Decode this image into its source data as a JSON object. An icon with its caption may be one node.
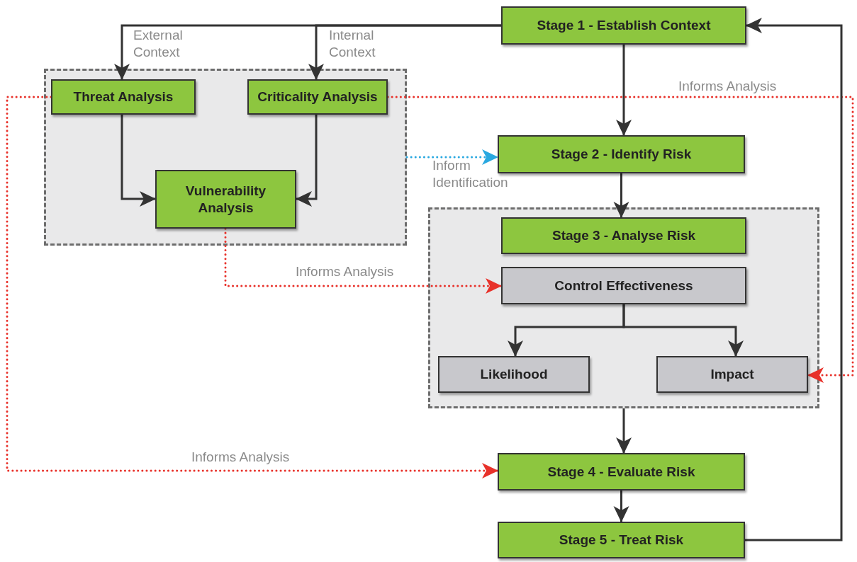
{
  "diagram": {
    "nodes": [
      {
        "text": [],
        "shape": "box"
      },
      {
        "text": [
          "Threat Analysis"
        ],
        "in": 0
      },
      {
        "text": [
          "Criticality Analysis"
        ],
        "in": 0
      },
      {
        "text": [
          "Vulnerability Analysis"
        ],
        "in": 0
      },
      {
        "text": [
          "Stage 1 - Establish Context"
        ]
      },
      {
        "text": [
          "Stage 2 - Identify Risk"
        ]
      },
      {
        "text": [],
        "shape": "box"
      },
      {
        "text": [
          "Stage 3 - Analyse Risk"
        ],
        "in": 6
      },
      {
        "text": [
          "Control Effectiveness"
        ],
        "in": 6
      },
      {
        "text": [
          "Likelihood"
        ],
        "in": 6
      },
      {
        "text": [
          "Impact"
        ],
        "in": 6
      },
      {
        "text": [
          "Stage 4 - Evaluate Risk"
        ]
      },
      {
        "text": [
          "Stage 5 - Treat Risk"
        ]
      }
    ],
    "edges": [
      {
        "from": 4,
        "to": 1,
        "arrow": "to",
        "label": "External Context"
      },
      {
        "from": 4,
        "to": 2,
        "arrow": "to",
        "label": "Internal Context"
      },
      {
        "from": 4,
        "to": 5,
        "arrow": "to"
      },
      {
        "from": 1,
        "to": 3,
        "arrow": "to"
      },
      {
        "from": 2,
        "to": 3,
        "arrow": "to"
      },
      {
        "from": 0,
        "to": 5,
        "arrow": "to",
        "label": "Inform Identification",
        "style": "dashed",
        "color": "#29a8e0"
      },
      {
        "from": 3,
        "to": 8,
        "arrow": "to",
        "label": "Informs Analysis",
        "style": "dashed",
        "color": "#e8312a"
      },
      {
        "from": 2,
        "to": 10,
        "arrow": "to",
        "label": "Informs Analysis",
        "style": "dashed",
        "color": "#e8312a"
      },
      {
        "from": 1,
        "to": 11,
        "arrow": "to",
        "label": "Informs Analysis",
        "style": "dashed",
        "color": "#e8312a"
      },
      {
        "from": 5,
        "to": 7,
        "arrow": "to"
      },
      {
        "from": 8,
        "to": 9,
        "arrow": "to"
      },
      {
        "from": 8,
        "to": 10,
        "arrow": "to"
      },
      {
        "from": 6,
        "to": 11,
        "arrow": "to"
      },
      {
        "from": 11,
        "to": 12,
        "arrow": "to"
      },
      {
        "from": 12,
        "to": 4,
        "arrow": "to"
      }
    ]
  }
}
